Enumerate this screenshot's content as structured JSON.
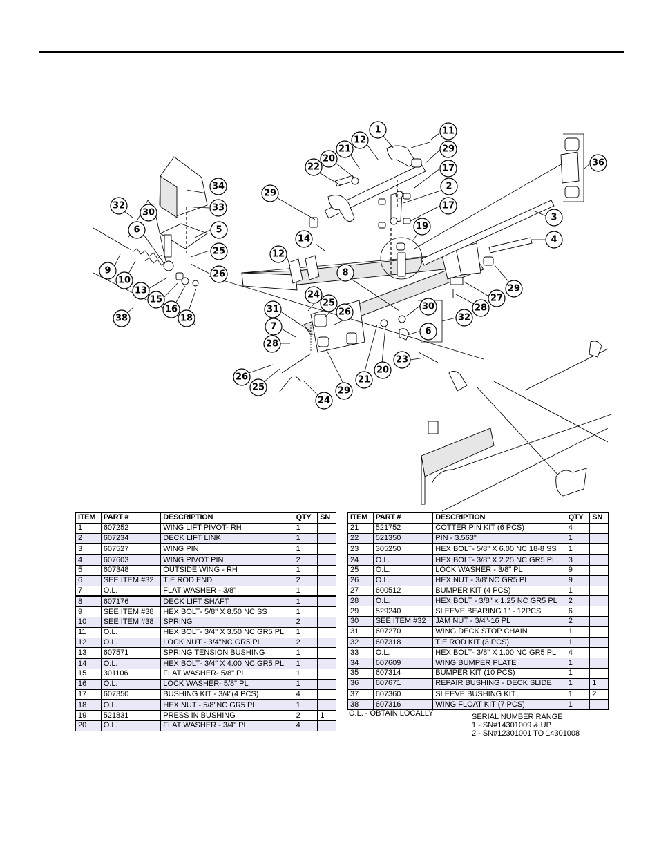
{
  "colors": {
    "row_shade": "#e8e8f6",
    "rule": "#000000"
  },
  "diagram": {
    "callouts": [
      "1",
      "2",
      "3",
      "4",
      "5",
      "6",
      "7",
      "8",
      "9",
      "10",
      "11",
      "12",
      "13",
      "14",
      "15",
      "16",
      "17",
      "18",
      "19",
      "20",
      "21",
      "22",
      "23",
      "24",
      "25",
      "26",
      "27",
      "28",
      "29",
      "30",
      "31",
      "32",
      "33",
      "34",
      "36",
      "38"
    ]
  },
  "table_headers": {
    "item": "ITEM",
    "part": "PART #",
    "description": "DESCRIPTION",
    "qty": "QTY",
    "sn": "SN"
  },
  "parts_left": [
    {
      "item": "1",
      "part": "607252",
      "description": "WING LIFT PIVOT- RH",
      "qty": "1",
      "sn": ""
    },
    {
      "item": "2",
      "part": "607234",
      "description": "DECK LIFT LINK",
      "qty": "1",
      "sn": ""
    },
    {
      "item": "3",
      "part": "607527",
      "description": "WING PIN",
      "qty": "1",
      "sn": ""
    },
    {
      "item": "4",
      "part": "607603",
      "description": "WING PIVOT PIN",
      "qty": "2",
      "sn": ""
    },
    {
      "item": "5",
      "part": "607348",
      "description": "OUTSIDE WING - RH",
      "qty": "1",
      "sn": ""
    },
    {
      "item": "6",
      "part": "SEE ITEM #32",
      "description": "TIE ROD END",
      "qty": "2",
      "sn": ""
    },
    {
      "item": "7",
      "part": "O.L.",
      "description": "FLAT WASHER - 3/8\"",
      "qty": "1",
      "sn": ""
    },
    {
      "item": "8",
      "part": "607176",
      "description": "DECK LIFT SHAFT",
      "qty": "1",
      "sn": ""
    },
    {
      "item": "9",
      "part": "SEE ITEM #38",
      "description": "HEX BOLT- 5/8\" X 8.50 NC SS",
      "qty": "1",
      "sn": ""
    },
    {
      "item": "10",
      "part": "SEE ITEM #38",
      "description": "SPRING",
      "qty": "2",
      "sn": ""
    },
    {
      "item": "11",
      "part": "O.L.",
      "description": "HEX BOLT- 3/4\" X 3.50 NC GR5 PL",
      "qty": "1",
      "sn": ""
    },
    {
      "item": "12",
      "part": "O.L.",
      "description": "LOCK NUT - 3/4\"NC GR5 PL",
      "qty": "2",
      "sn": ""
    },
    {
      "item": "13",
      "part": "607571",
      "description": "SPRING TENSION BUSHING",
      "qty": "1",
      "sn": ""
    },
    {
      "item": "14",
      "part": "O.L.",
      "description": "HEX BOLT- 3/4\" X 4.00 NC GR5 PL",
      "qty": "1",
      "sn": ""
    },
    {
      "item": "15",
      "part": "301106",
      "description": "FLAT WASHER- 5/8\" PL",
      "qty": "1",
      "sn": ""
    },
    {
      "item": "16",
      "part": "O.L.",
      "description": "LOCK WASHER- 5/8\" PL",
      "qty": "1",
      "sn": ""
    },
    {
      "item": "17",
      "part": "607350",
      "description": "BUSHING KIT - 3/4\"(4 PCS)",
      "qty": "4",
      "sn": ""
    },
    {
      "item": "18",
      "part": "O.L.",
      "description": "HEX NUT - 5/8\"NC GR5 PL",
      "qty": "1",
      "sn": ""
    },
    {
      "item": "19",
      "part": "521831",
      "description": "PRESS IN BUSHING",
      "qty": "2",
      "sn": "1"
    },
    {
      "item": "20",
      "part": "O.L.",
      "description": "FLAT WASHER - 3/4\" PL",
      "qty": "4",
      "sn": ""
    }
  ],
  "parts_right": [
    {
      "item": "21",
      "part": "521752",
      "description": "COTTER PIN KIT (6 PCS)",
      "qty": "4",
      "sn": ""
    },
    {
      "item": "22",
      "part": "521350",
      "description": "PIN - 3.563\"",
      "qty": "1",
      "sn": ""
    },
    {
      "item": "23",
      "part": "305250",
      "description": "HEX BOLT- 5/8\" X 6.00 NC 18-8 SS",
      "qty": "1",
      "sn": ""
    },
    {
      "item": "24",
      "part": "O.L.",
      "description": "HEX BOLT- 3/8\" X 2.25 NC GR5 PL",
      "qty": "3",
      "sn": ""
    },
    {
      "item": "25",
      "part": "O.L.",
      "description": "LOCK WASHER - 3/8\" PL",
      "qty": "9",
      "sn": ""
    },
    {
      "item": "26",
      "part": "O.L.",
      "description": "HEX NUT - 3/8\"NC GR5 PL",
      "qty": "9",
      "sn": ""
    },
    {
      "item": "27",
      "part": "600512",
      "description": "BUMPER KIT (4 PCS)",
      "qty": "1",
      "sn": ""
    },
    {
      "item": "28",
      "part": "O.L.",
      "description": "HEX BOLT - 3/8\" x 1.25 NC GR5 PL",
      "qty": "2",
      "sn": ""
    },
    {
      "item": "29",
      "part": "529240",
      "description": "SLEEVE BEARING 1\" - 12PCS",
      "qty": "6",
      "sn": ""
    },
    {
      "item": "30",
      "part": "SEE ITEM #32",
      "description": "JAM NUT - 3/4\"-16 PL",
      "qty": "2",
      "sn": ""
    },
    {
      "item": "31",
      "part": "607270",
      "description": "WING DECK STOP CHAIN",
      "qty": "1",
      "sn": ""
    },
    {
      "item": "32",
      "part": "607318",
      "description": "TIE ROD KIT (3 PCS)",
      "qty": "1",
      "sn": ""
    },
    {
      "item": "33",
      "part": "O.L.",
      "description": "HEX BOLT- 3/8\" X 1.00 NC GR5 PL",
      "qty": "4",
      "sn": ""
    },
    {
      "item": "34",
      "part": "607609",
      "description": "WING BUMPER PLATE",
      "qty": "1",
      "sn": ""
    },
    {
      "item": "35",
      "part": "607314",
      "description": "BUMPER KIT (10 PCS)",
      "qty": "1",
      "sn": ""
    },
    {
      "item": "36",
      "part": "607671",
      "description": "REPAIR BUSHING - DECK SLIDE",
      "qty": "1",
      "sn": "1"
    },
    {
      "item": "37",
      "part": "607360",
      "description": "SLEEVE BUSHING KIT",
      "qty": "1",
      "sn": "2"
    },
    {
      "item": "38",
      "part": "607316",
      "description": "WING FLOAT KIT (7 PCS)",
      "qty": "1",
      "sn": ""
    }
  ],
  "notes": {
    "obtain_locally": "O.L. - OBTAIN LOCALLY",
    "serial_title": "SERIAL NUMBER RANGE",
    "serial_1": "1 - SN#14301009 & UP",
    "serial_2": "2 - SN#12301001 TO 14301008"
  }
}
